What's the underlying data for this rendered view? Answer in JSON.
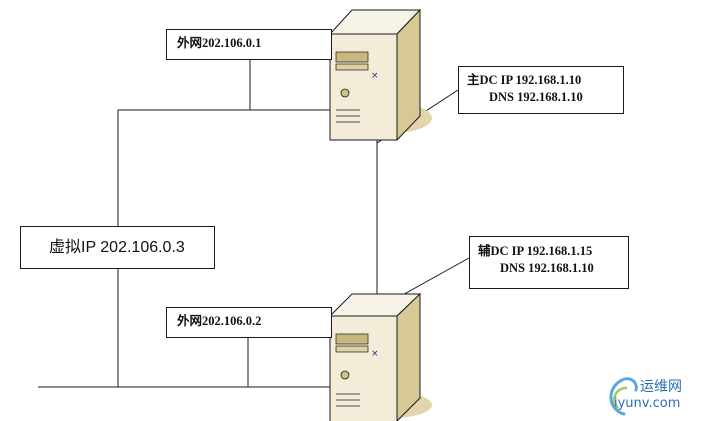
{
  "external_label_1": "外网202.106.0.1",
  "external_label_2": "外网202.106.0.2",
  "primary_dc": {
    "line1": "主DC IP 192.168.1.10",
    "line2": "DNS  192.168.1.10"
  },
  "secondary_dc": {
    "line1": "辅DC IP 192.168.1.15",
    "line2": "DNS  192.168.1.10"
  },
  "virtual_ip_label": "虚拟IP 202.106.0.3",
  "watermark": {
    "text_top": "运维网",
    "text_bottom": "iyunv.com"
  },
  "colors": {
    "line": "#1a1a1a",
    "server_body": "#f2ecd9",
    "server_shadow": "#e4d4ac",
    "server_front": "#f7f3e6",
    "brand": "#2a6fb5"
  }
}
